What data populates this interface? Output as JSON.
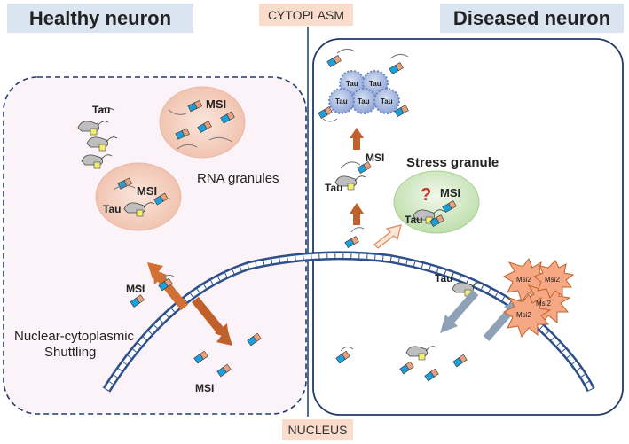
{
  "headers": {
    "healthy": "Healthy neuron",
    "diseased": "Diseased neuron",
    "cytoplasm": "CYTOPLASM",
    "nucleus": "NUCLEUS"
  },
  "labels": {
    "tau": "Tau",
    "msi": "MSI",
    "rna_granules": "RNA granules",
    "stress_granule": "Stress granule",
    "question": "?",
    "shuttling_line1": "Nuclear-cytoplasmic",
    "shuttling_line2": "Shuttling",
    "msi2": "Msi2"
  },
  "colors": {
    "header_bg": "#dbe5f2",
    "cyto_bg": "#f9dccb",
    "healthy_fill": "#fcf3f8",
    "border_blue": "#1f3a6b",
    "granule_pink": "#f6d2c4",
    "granule_green": "#d6ebc8",
    "arrow_orange": "#c0612b",
    "arrow_gray": "#8fa1b6",
    "tau_aggregate": "#9fb3dd",
    "msi2_aggregate": "#f6a783",
    "rna_blue": "#1aa0db",
    "rna_salmon": "#e7a17f",
    "tau_yellow": "#f4ec6e",
    "tau_gray": "#bfbfbf"
  }
}
